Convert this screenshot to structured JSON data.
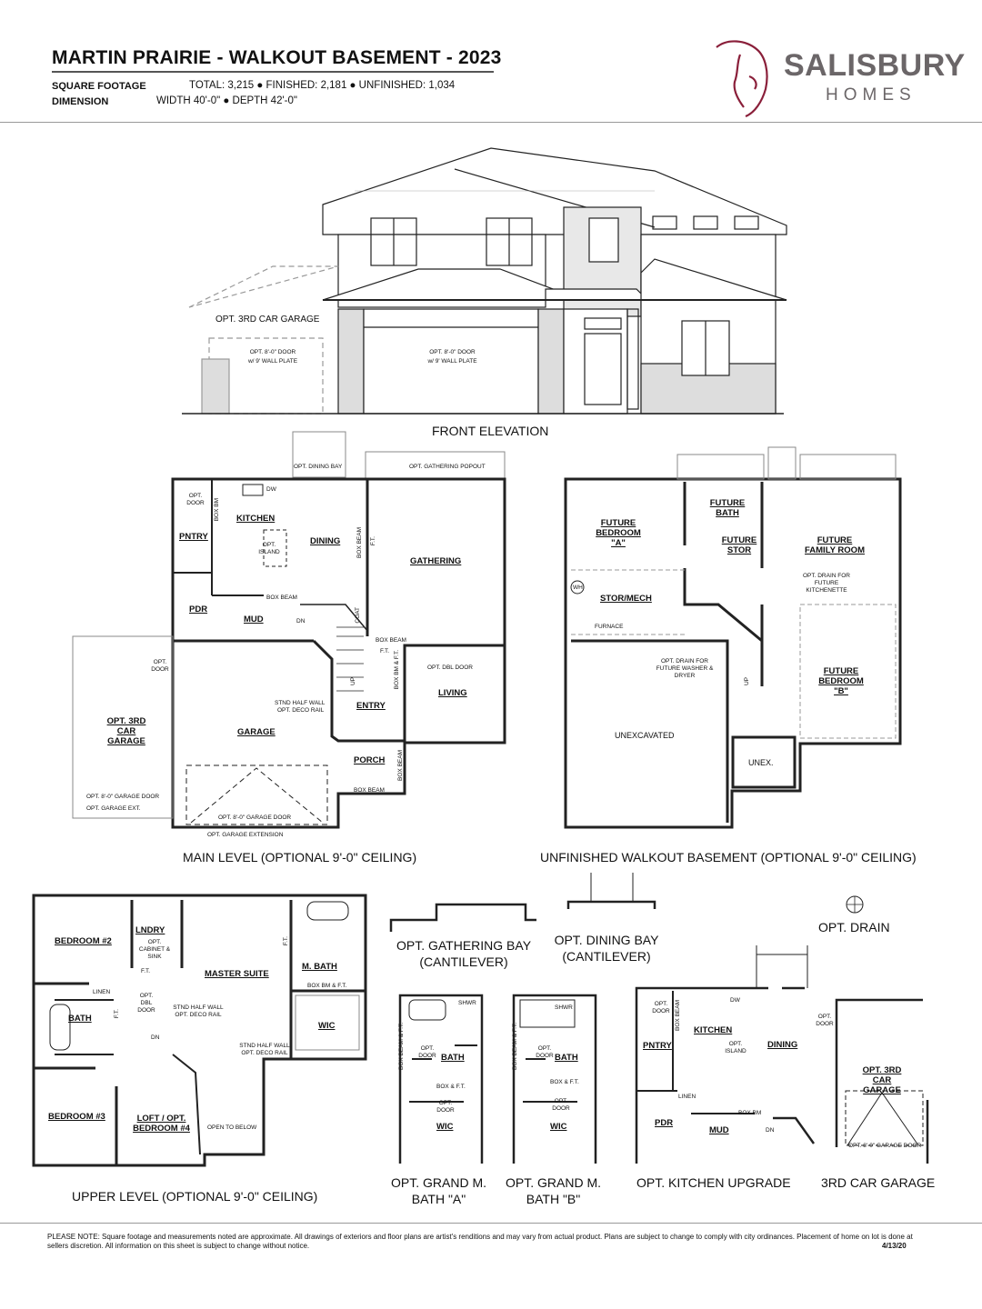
{
  "header": {
    "title": "MARTIN PRAIRIE - WALKOUT BASEMENT - 2023",
    "sqft_label": "SQUARE FOOTAGE",
    "sqft_value": "TOTAL: 3,215 ● FINISHED: 2,181 ● UNFINISHED: 1,034",
    "dimension_label": "DIMENSION",
    "dimension_value": "WIDTH 40'-0\" ● DEPTH 42'-0\""
  },
  "logo": {
    "brand": "SALISBURY",
    "sub": "HOMES",
    "accent_color": "#8a1f3a"
  },
  "elevation": {
    "caption": "FRONT ELEVATION",
    "opt_garage": "OPT. 3RD CAR GARAGE",
    "door_left": "OPT. 8'-0\" DOOR",
    "door_left_2": "w/ 9' WALL PLATE",
    "door_right": "OPT. 8'-0\" DOOR",
    "door_right_2": "w/ 9' WALL PLATE"
  },
  "main_level": {
    "caption": "MAIN LEVEL (OPTIONAL 9'-0\" CEILING)",
    "opt_dining_bay": "OPT. DINING BAY",
    "opt_gathering_popout": "OPT. GATHERING POPOUT",
    "opt_door_pantry": "OPT. DOOR",
    "dw": "DW",
    "box_bm": "BOX BM",
    "kitchen": "KITCHEN",
    "pntry": "PNTRY",
    "opt_island": "OPT. ISLAND",
    "dining": "DINING",
    "box_beam_v": "BOX BEAM",
    "ft": "F.T.",
    "gathering": "GATHERING",
    "box_beam_mud": "BOX BEAM",
    "pdr": "PDR",
    "mud": "MUD",
    "dn": "DN",
    "coat": "COAT",
    "box_beam_entry": "BOX BEAM",
    "ft_entry": "F.T.",
    "opt_door_garage": "OPT. DOOR",
    "opt_dbl_door": "OPT. DBL DOOR",
    "living": "LIVING",
    "box_bm_ft": "BOX BM & F.T.",
    "up": "UP",
    "half_wall": "STND HALF WALL",
    "deco_rail": "OPT. DECO RAIL",
    "entry": "ENTRY",
    "opt_3rd_garage": "OPT. 3RD CAR GARAGE",
    "garage": "GARAGE",
    "porch": "PORCH",
    "box_beam_porch_v": "BOX BEAM",
    "box_beam_porch": "BOX BEAM",
    "opt_garage_door_ext": "OPT. 8'-0\" GARAGE DOOR",
    "opt_garage_ext_left": "OPT. GARAGE EXT.",
    "opt_garage_door": "OPT. 8'-0\" GARAGE DOOR",
    "opt_garage_extension": "OPT. GARAGE EXTENSION"
  },
  "basement": {
    "caption": "UNFINISHED WALKOUT BASEMENT (OPTIONAL 9'-0\" CEILING)",
    "future_bedroom_a": "FUTURE BEDROOM \"A\"",
    "future_bath": "FUTURE BATH",
    "future_stor": "FUTURE STOR",
    "future_family_room": "FUTURE FAMILY ROOM",
    "wh": "WH",
    "stor_mech": "STOR/MECH",
    "furnace": "FURNACE",
    "drain_kitchenette": "OPT. DRAIN FOR FUTURE KITCHENETTE",
    "drain_washer": "OPT. DRAIN FOR FUTURE WASHER & DRYER",
    "up": "UP",
    "future_bedroom_b": "FUTURE BEDROOM \"B\"",
    "unexcavated": "UNEXCAVATED",
    "unex": "UNEX."
  },
  "upper_level": {
    "caption": "UPPER LEVEL (OPTIONAL 9'-0\" CEILING)",
    "bedroom2": "BEDROOM #2",
    "lndry": "LNDRY",
    "opt_cabinet": "OPT. CABINET & SINK",
    "ft_lndry": "F.T.",
    "master_suite": "MASTER SUITE",
    "ft_master": "F.T.",
    "m_bath": "M. BATH",
    "box_bm_ft": "BOX BM & F.T.",
    "linen": "LINEN",
    "bath": "BATH",
    "ft_bath": "F.T.",
    "opt_dbl_door": "OPT. DBL DOOR",
    "half_wall_1": "STND HALF WALL OPT. DECO RAIL",
    "half_wall_2": "STND HALF WALL OPT. DECO RAIL",
    "dn": "DN",
    "wic": "WIC",
    "bedroom3": "BEDROOM #3",
    "loft": "LOFT / OPT. BEDROOM #4",
    "open_below": "OPEN TO BELOW"
  },
  "options": {
    "gathering_bay": "OPT. GATHERING BAY (CANTILEVER)",
    "dining_bay": "OPT. DINING BAY (CANTILEVER)",
    "drain": "OPT. DRAIN",
    "grand_bath_a": "OPT. GRAND M. BATH \"A\"",
    "grand_bath_b": "OPT. GRAND M. BATH \"B\"",
    "kitchen_upgrade": "OPT. KITCHEN UPGRADE",
    "third_car_garage": "3RD CAR GARAGE",
    "bath_labels": {
      "shwr": "SHWR",
      "box_beam_ft": "BOX BEAM & F.T.",
      "opt_door": "OPT. DOOR",
      "bath": "BATH",
      "box_ft": "BOX & F.T.",
      "opt_door_2": "OPT. DOOR",
      "wic": "WIC"
    },
    "kitchen_labels": {
      "opt_door": "OPT. DOOR",
      "box_beam": "BOX BEAM",
      "dw": "DW",
      "kitchen": "KITCHEN",
      "opt_island": "OPT. ISLAND",
      "dining": "DINING",
      "pntry": "PNTRY",
      "linen": "LINEN",
      "box_bm": "BOX BM",
      "pdr": "PDR",
      "mud": "MUD",
      "dn": "DN"
    },
    "garage_labels": {
      "opt_door": "OPT. DOOR",
      "opt_3rd": "OPT. 3RD CAR GARAGE",
      "garage_door": "OPT. 8'-0\" GARAGE DOOR"
    }
  },
  "footer": {
    "note": "PLEASE NOTE: Square footage and measurements noted are approximate. All drawings of exteriors and floor plans are artist's renditions and may vary from actual product. Plans are subject to change to comply with city ordinances. Placement of home on lot is done at sellers discretion. All information on this sheet is subject to change without notice.",
    "date": "4/13/20"
  }
}
